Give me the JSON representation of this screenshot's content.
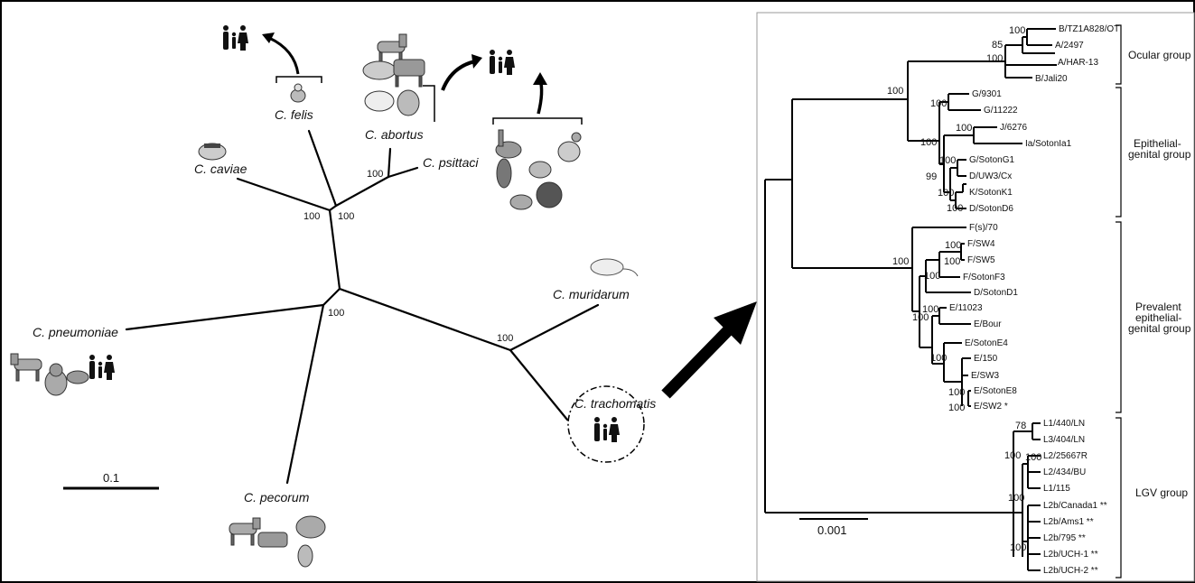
{
  "left_tree": {
    "species": {
      "felis": "C. felis",
      "abortus": "C. abortus",
      "psittaci": "C. psittaci",
      "caviae": "C. caviae",
      "muridarum": "C. muridarum",
      "pneumoniae": "C. pneumoniae",
      "pecorum": "C. pecorum",
      "trachomatis": "C. trachomatis"
    },
    "bootstrap": {
      "psittaci_abortus": "100",
      "caviae": "100",
      "felis_node": "100",
      "pneumoniae_node": "100",
      "trachomatis_node": "100"
    },
    "scale_label": "0.1"
  },
  "right_tree": {
    "leaves": {
      "b_tz": "B/TZ1A828/OT",
      "a_2497": "A/2497",
      "a_har": "A/HAR-13",
      "b_jali": "B/Jali20",
      "g_9301": "G/9301",
      "g_11222": "G/11222",
      "j_6276": "J/6276",
      "ia": "Ia/SotonIa1",
      "g_soton": "G/SotonG1",
      "d_uw3": "D/UW3/Cx",
      "k_soton": "K/SotonK1",
      "d_soton6": "D/SotonD6",
      "fs_70": "F(s)/70",
      "f_sw4": "F/SW4",
      "f_sw5": "F/SW5",
      "f_soton": "F/SotonF3",
      "d_soton1": "D/SotonD1",
      "e_11023": "E/11023",
      "e_bour": "E/Bour",
      "e_soton4": "E/SotonE4",
      "e_150": "E/150",
      "e_sw3": "E/SW3",
      "e_soton8": "E/SotonE8",
      "e_sw2": "E/SW2 *",
      "l1_440": "L1/440/LN",
      "l3_404": "L3/404/LN",
      "l2_256": "L2/25667R",
      "l2_434": "L2/434/BU",
      "l1_115": "L1/115",
      "l2b_can": "L2b/Canada1 **",
      "l2b_ams": "L2b/Ams1 **",
      "l2b_795": "L2b/795 **",
      "l2b_uch1": "L2b/UCH-1 **",
      "l2b_uch2": "L2b/UCH-2 **"
    },
    "bootstrap": {
      "b_oc1": "100",
      "b_oc2": "85",
      "b_oc3": "100",
      "b_top": "100",
      "b_ep1": "100",
      "b_ep2": "100",
      "b_ep3": "100",
      "b_ep4": "99",
      "b_ep5": "100",
      "b_ep6": "100",
      "b_ep7": "100",
      "b_pr1": "100",
      "b_pr2": "100",
      "b_pr3": "100",
      "b_pr4": "100",
      "b_pr5": "100",
      "b_pr6": "100",
      "b_pr7": "100",
      "b_pr8": "100",
      "b_pr9": "100",
      "b_lgv1": "78",
      "b_lgv2": "100",
      "b_lgv3": "100",
      "b_lgv4": "100",
      "b_lgv5": "100"
    },
    "groups": {
      "ocular": "Ocular group",
      "epi_l1": "Epithelial-",
      "epi_l2": "genital group",
      "prev_l1": "Prevalent",
      "prev_l2": "epithelial-",
      "prev_l3": "genital group",
      "lgv": "LGV group"
    },
    "scale_label": "0.001"
  }
}
